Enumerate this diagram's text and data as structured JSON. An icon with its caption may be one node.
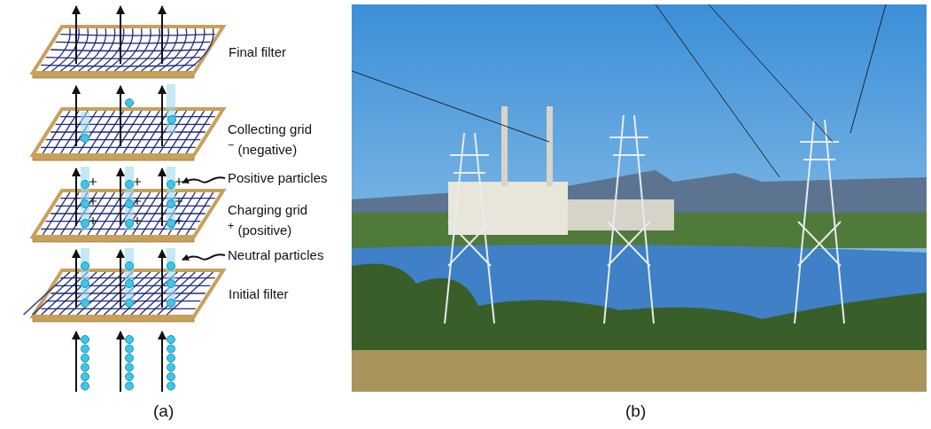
{
  "diagram": {
    "nodes": [
      {
        "text": [
          "Positive particles"
        ]
      },
      {
        "text": [
          "Neutral particles"
        ]
      }
    ],
    "edges": [
      {
        "from": 0,
        "to": null,
        "arrow": "to"
      },
      {
        "from": 1,
        "to": null,
        "arrow": "to"
      }
    ],
    "labels": [
      "Final filter",
      "Collecting grid $^{−}$ (negative)",
      "Charging grid $^{+}$ (positive)",
      "Initial filter",
      "(a)",
      "(b)"
    ]
  }
}
